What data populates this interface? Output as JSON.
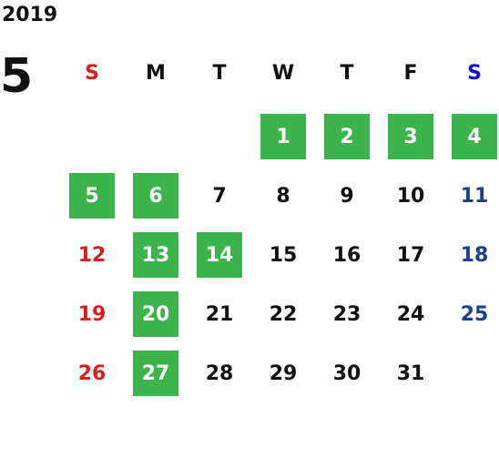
{
  "calendar": {
    "year": "2019",
    "month": "5",
    "weekdays": [
      "S",
      "M",
      "T",
      "W",
      "T",
      "F",
      "S"
    ],
    "first_weekday_index": 3,
    "days_in_month": 31,
    "highlighted_days": [
      "1",
      "2",
      "3",
      "4",
      "5",
      "6",
      "13",
      "14",
      "20",
      "27"
    ]
  },
  "colors": {
    "highlight_bg": "#3cb44b",
    "highlight_text": "#ffffff",
    "sunday": "#d62020",
    "saturday": "#1a3f8f",
    "weekday": "#111111",
    "header_saturday": "#1010d0"
  }
}
